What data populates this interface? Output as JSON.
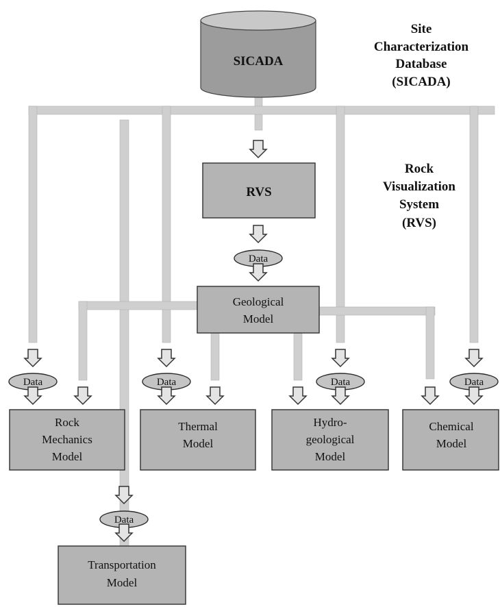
{
  "database": {
    "cylinder_label": "SICADA",
    "caption": [
      "Site",
      "Characterization",
      "Database",
      "(SICADA)"
    ]
  },
  "rvs": {
    "box_label": "RVS",
    "caption": [
      "Rock",
      "Visualization",
      "System",
      "(RVS)"
    ]
  },
  "geological_model": {
    "lines": [
      "Geological",
      "Model"
    ]
  },
  "data_label": "Data",
  "models": {
    "rock_mechanics": [
      "Rock",
      "Mechanics",
      "Model"
    ],
    "thermal": [
      "Thermal",
      "Model"
    ],
    "hydrogeological": [
      "Hydro-",
      "geological",
      "Model"
    ],
    "chemical": [
      "Chemical",
      "Model"
    ],
    "transportation": [
      "Transportation",
      "Model"
    ]
  }
}
